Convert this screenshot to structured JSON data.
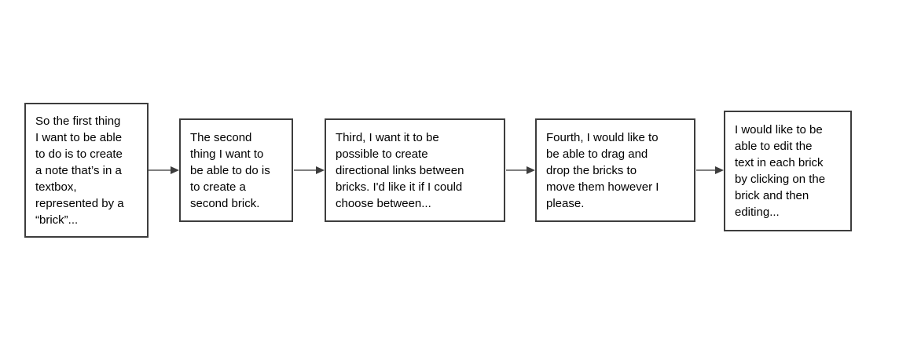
{
  "diagram": {
    "type": "flowchart",
    "direction": "left-to-right",
    "bricks": [
      {
        "id": 1,
        "text": "So the first thing\nI want to be able\nto do is to create\na note that’s in a\ntextbox,\nrepresented by a\n“brick”..."
      },
      {
        "id": 2,
        "text": "The second\nthing I want to\nbe able to do is\nto create a\nsecond brick."
      },
      {
        "id": 3,
        "text": "Third, I want it to be\npossible to create\ndirectional links between\nbricks. I'd like it if I could\nchoose between..."
      },
      {
        "id": 4,
        "text": "Fourth, I would like to\nbe able to drag and\ndrop the bricks to\nmove them however I\nplease."
      },
      {
        "id": 5,
        "text": "I would like to be\nable to edit the\ntext in each brick\nby clicking on the\nbrick and then\nediting..."
      }
    ],
    "connectors": [
      {
        "from": 1,
        "to": 2
      },
      {
        "from": 2,
        "to": 3
      },
      {
        "from": 3,
        "to": 4
      },
      {
        "from": 4,
        "to": 5
      }
    ]
  },
  "colors": {
    "brick-border": "#3d3d3d",
    "connector-line": "#808080",
    "connector-head": "#3d3d3d",
    "background": "#ffffff",
    "text": "#000000"
  }
}
